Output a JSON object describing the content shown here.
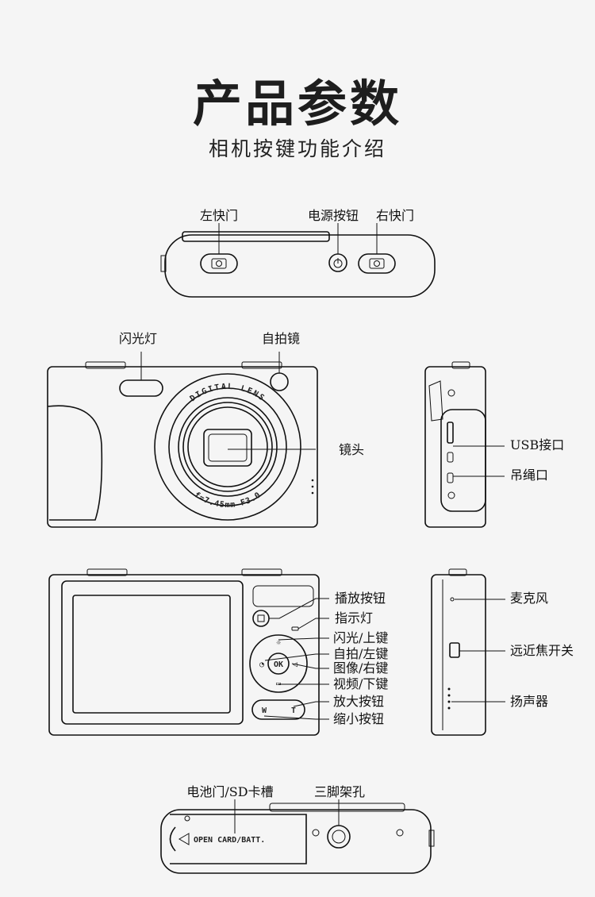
{
  "title": "产品参数",
  "subtitle": "相机按键功能介绍",
  "top_view": {
    "left_shutter": "左快门",
    "power_button": "电源按钮",
    "right_shutter": "右快门"
  },
  "front_view": {
    "flash": "闪光灯",
    "selfie_mirror": "自拍镜",
    "lens": "镜头",
    "lens_ring_top": "DIGITAL LENS",
    "lens_ring_bottom": "f=7.45mm F3.0"
  },
  "side_view_right": {
    "usb_port": "USB接口",
    "lanyard_hole": "吊绳口"
  },
  "back_view": {
    "play_button": "播放按钮",
    "indicator_light": "指示灯",
    "flash_up_key": "闪光/上键",
    "selfie_left_key": "自拍/左键",
    "image_right_key": "图像/右键",
    "video_down_key": "视频/下键",
    "zoom_in_button": "放大按钮",
    "zoom_out_button": "缩小按钮",
    "ok_label": "OK",
    "w_label": "W",
    "t_label": "T"
  },
  "side_view_left": {
    "microphone": "麦克风",
    "focus_switch": "远近焦开关",
    "speaker": "扬声器"
  },
  "bottom_view": {
    "battery_sd_door": "电池门/SD卡槽",
    "tripod_hole": "三脚架孔",
    "open_text": "OPEN CARD/BATT."
  },
  "colors": {
    "background": "#f5f5f5",
    "line": "#111111",
    "body": "#f2f2f2"
  }
}
